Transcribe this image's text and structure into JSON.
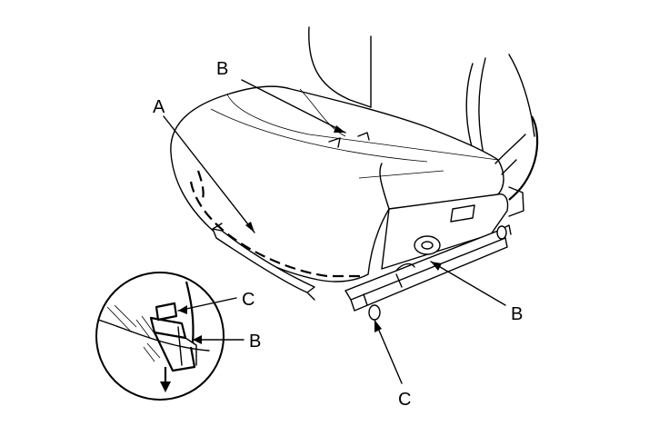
{
  "labels": {
    "a": "A",
    "b_top": "B",
    "b_right": "B",
    "b_inset": "B",
    "c_inset": "C",
    "c_bottom": "C"
  }
}
